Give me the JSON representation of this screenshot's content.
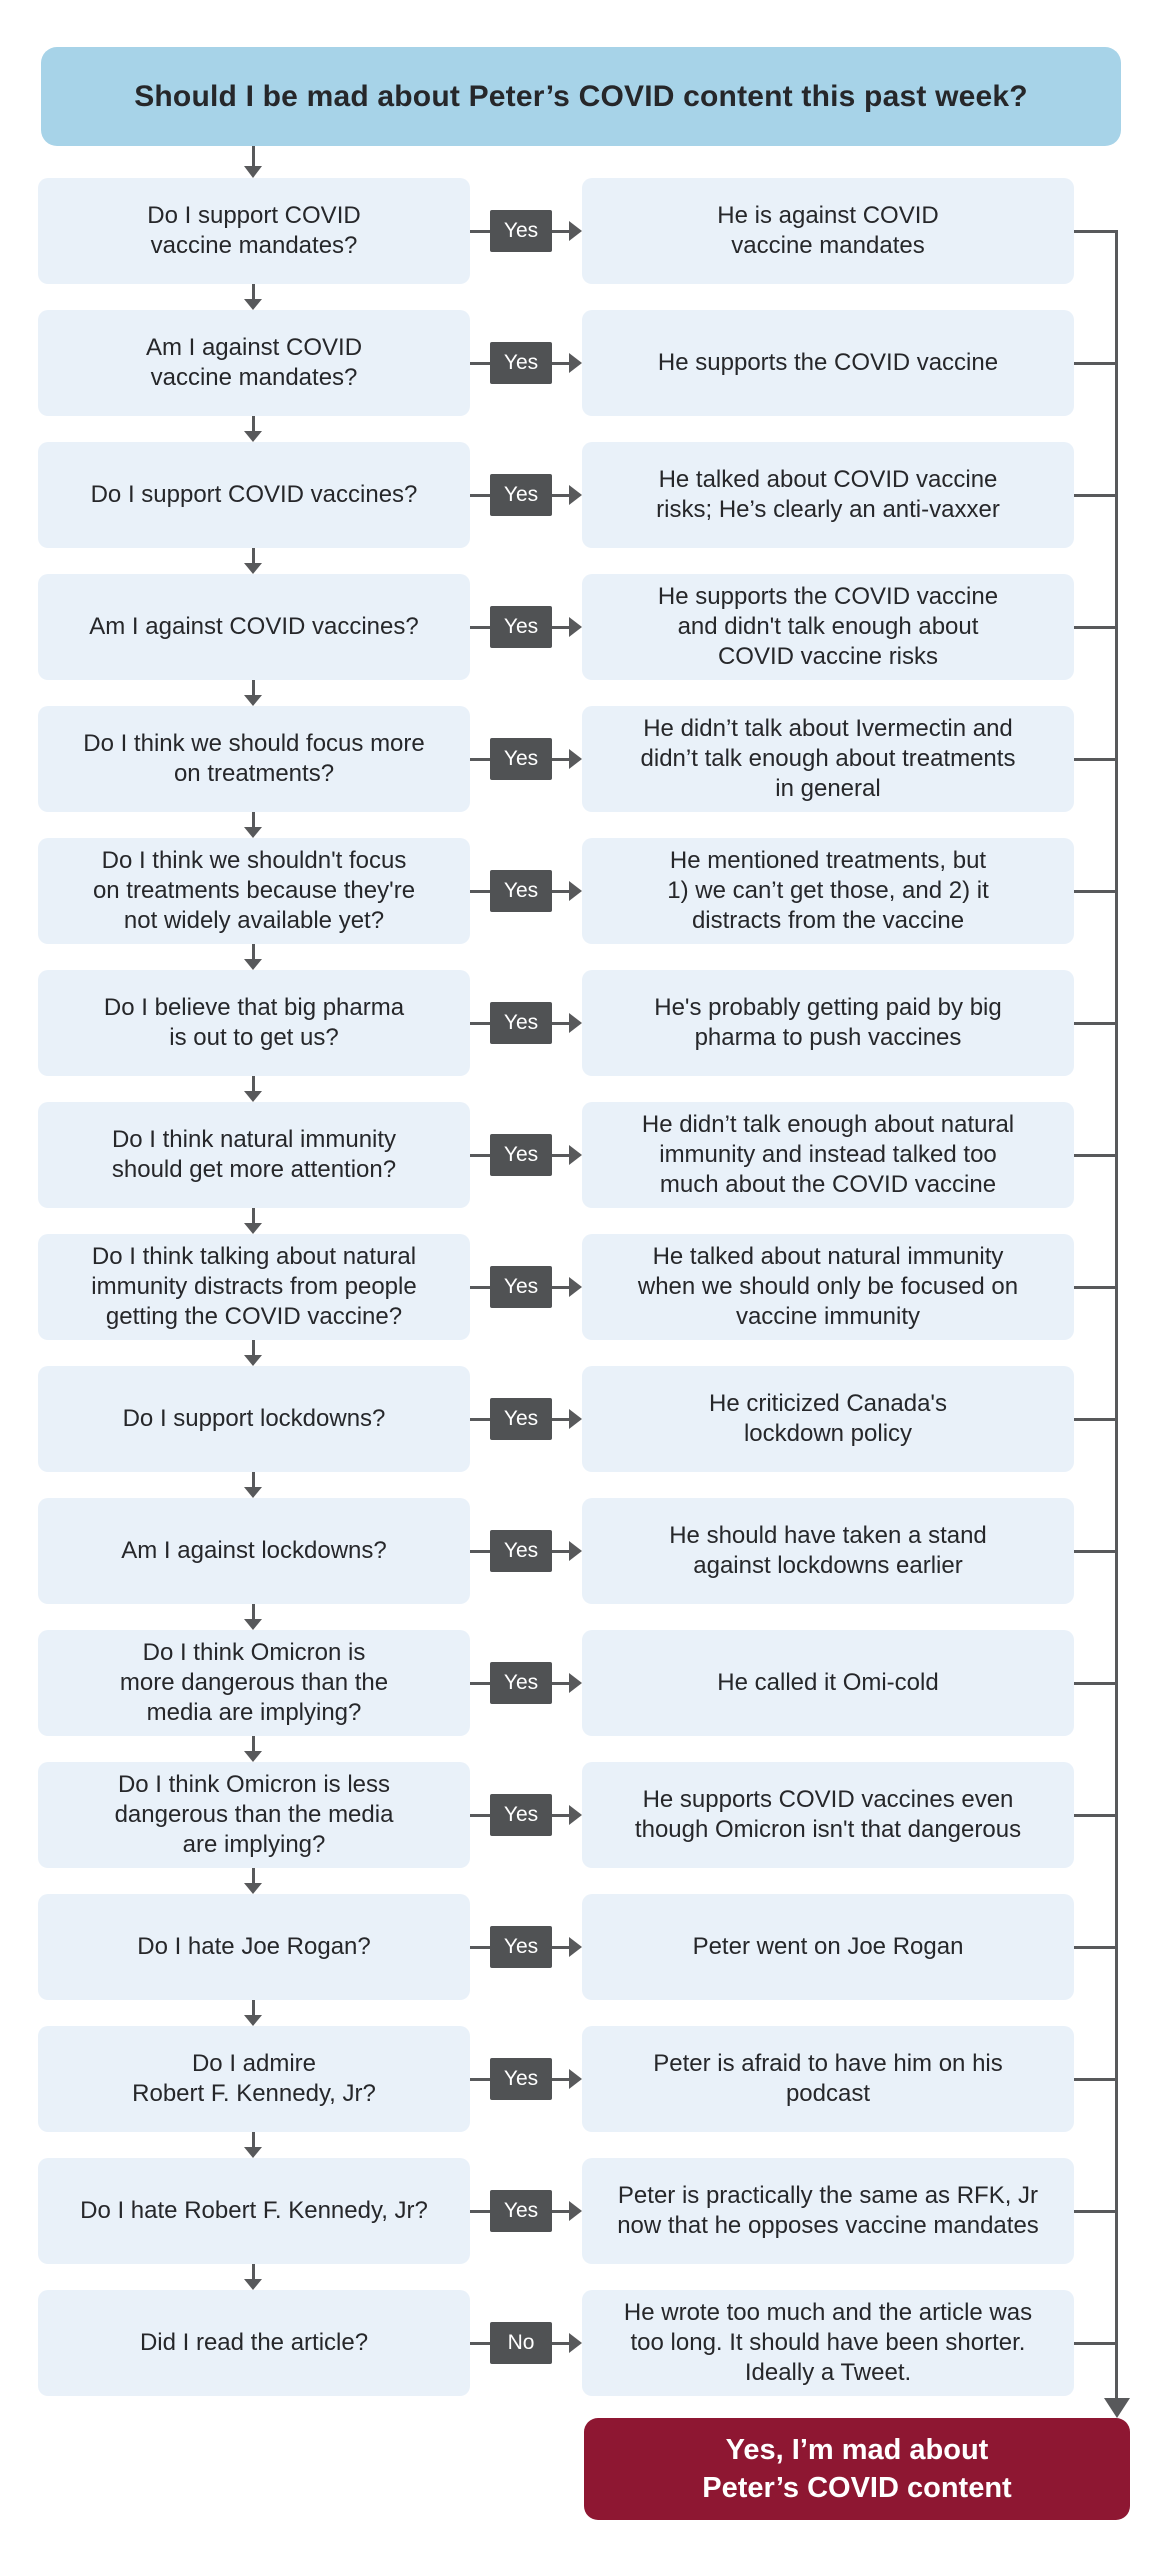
{
  "title": "Should I be mad about Peter’s COVID content this past week?",
  "conclusion": "Yes, I’m mad about\nPeter’s COVID content",
  "colors": {
    "header_bg": "#a7d3e8",
    "box_bg": "#e9f1f9",
    "badge_bg": "#505254",
    "badge_text": "#ffffff",
    "line": "#58595b",
    "text": "#26272a",
    "conclusion_bg": "#8e1732",
    "conclusion_text": "#ffffff"
  },
  "rows": [
    {
      "question": "Do I support COVID\nvaccine mandates?",
      "badge": "Yes",
      "answer": "He is against COVID\nvaccine mandates"
    },
    {
      "question": "Am I against COVID\nvaccine mandates?",
      "badge": "Yes",
      "answer": "He supports the COVID vaccine"
    },
    {
      "question": "Do I support COVID vaccines?",
      "badge": "Yes",
      "answer": "He talked about COVID vaccine\nrisks; He’s clearly an anti-vaxxer"
    },
    {
      "question": "Am I against COVID vaccines?",
      "badge": "Yes",
      "answer": "He supports the COVID vaccine\nand didn't talk enough about\nCOVID vaccine risks"
    },
    {
      "question": "Do I think we should focus more\non treatments?",
      "badge": "Yes",
      "answer": "He didn’t talk about Ivermectin and\ndidn’t talk enough about treatments\nin general"
    },
    {
      "question": "Do I think we shouldn't focus\non treatments because they're\nnot widely available yet?",
      "badge": "Yes",
      "answer": "He mentioned treatments, but\n1) we can’t get those, and 2) it\ndistracts from the vaccine"
    },
    {
      "question": "Do I believe that big pharma\nis out to get us?",
      "badge": "Yes",
      "answer": "He's probably getting paid by big\npharma to push vaccines"
    },
    {
      "question": "Do I think natural immunity\nshould get more attention?",
      "badge": "Yes",
      "answer": "He didn’t talk enough about natural\nimmunity and instead talked too\nmuch about the COVID vaccine"
    },
    {
      "question": "Do I think talking about natural\nimmunity distracts from people\ngetting the COVID vaccine?",
      "badge": "Yes",
      "answer": "He talked about natural immunity\nwhen we should only be focused on\nvaccine immunity"
    },
    {
      "question": "Do I support lockdowns?",
      "badge": "Yes",
      "answer": "He criticized Canada's\nlockdown policy"
    },
    {
      "question": "Am I against lockdowns?",
      "badge": "Yes",
      "answer": "He should have taken a stand\nagainst lockdowns earlier"
    },
    {
      "question": "Do I think Omicron is\nmore dangerous than the\nmedia are implying?",
      "badge": "Yes",
      "answer": "He called it Omi-cold"
    },
    {
      "question": "Do I think Omicron is less\ndangerous than the media\nare implying?",
      "badge": "Yes",
      "answer": "He supports COVID vaccines even\nthough Omicron isn't that dangerous"
    },
    {
      "question": "Do I hate Joe Rogan?",
      "badge": "Yes",
      "answer": "Peter went on Joe Rogan"
    },
    {
      "question": "Do I admire\nRobert F. Kennedy, Jr?",
      "badge": "Yes",
      "answer": "Peter is afraid to have him on his\npodcast"
    },
    {
      "question": "Do I hate Robert F. Kennedy, Jr?",
      "badge": "Yes",
      "answer": "Peter is practically the same as RFK, Jr\nnow that he opposes vaccine mandates"
    },
    {
      "question": "Did I read the article?",
      "badge": "No",
      "answer": "He wrote too much and the article was\ntoo long. It should have been shorter.\nIdeally a Tweet."
    }
  ]
}
